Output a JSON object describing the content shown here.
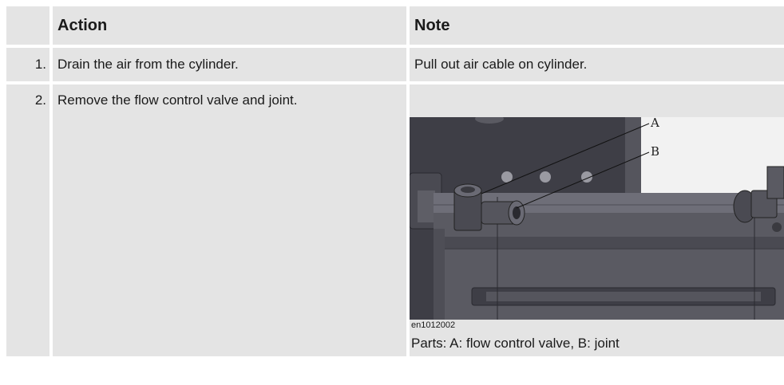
{
  "table": {
    "headers": {
      "number": "",
      "action": "Action",
      "note": "Note"
    },
    "rows": [
      {
        "number": "1.",
        "action": "Drain the air from the cylinder.",
        "note": "Pull out air cable on cylinder."
      },
      {
        "number": "2.",
        "action": "Remove the flow control valve and joint.",
        "note": ""
      }
    ]
  },
  "figure": {
    "callouts": [
      "A",
      "B"
    ],
    "id": "en1012002",
    "caption": "Parts: A: flow control valve, B: joint"
  }
}
